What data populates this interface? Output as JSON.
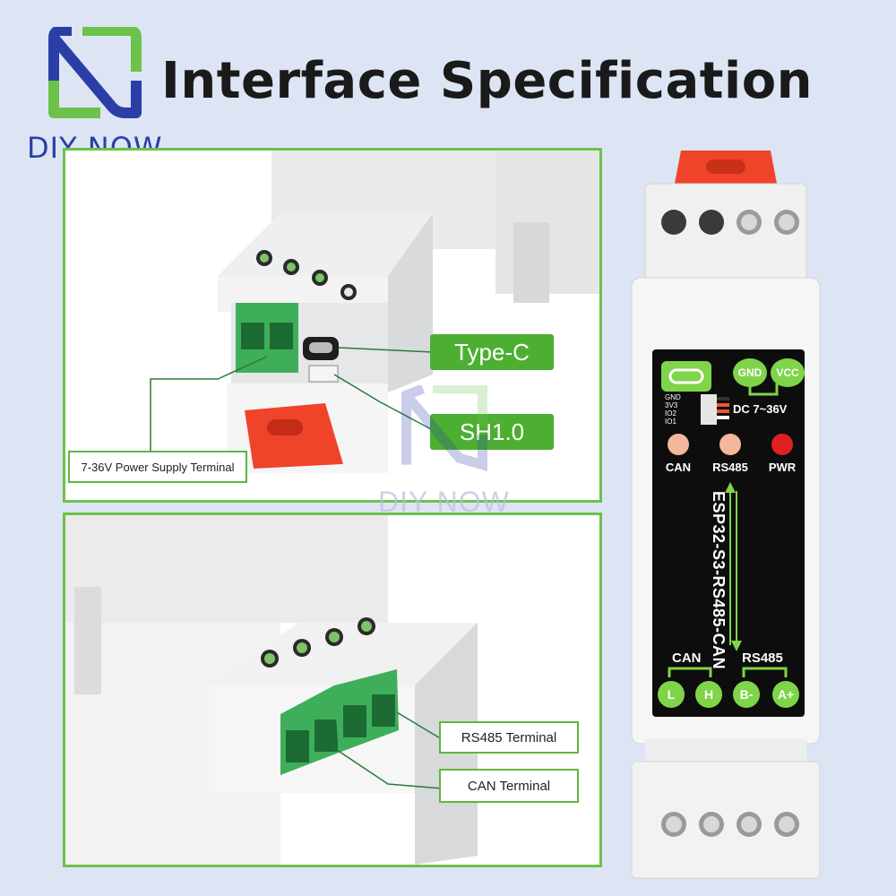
{
  "header": {
    "title": "Interface Specification",
    "brand": "DIY NOW"
  },
  "watermark": "DIY NOW",
  "top_panel": {
    "labels": {
      "typec": "Type-C",
      "sh10": "SH1.0",
      "power": "7-36V Power Supply Terminal"
    }
  },
  "bottom_panel": {
    "labels": {
      "rs485": "RS485 Terminal",
      "can": "CAN Terminal"
    }
  },
  "device": {
    "gnd": "GND",
    "vcc": "VCC",
    "dc": "DC 7~36V",
    "pins": [
      "GND",
      "3V3",
      "IO2",
      "IO1"
    ],
    "leds": [
      {
        "label": "CAN",
        "color": "#f3b89c"
      },
      {
        "label": "RS485",
        "color": "#f3b89c"
      },
      {
        "label": "PWR",
        "color": "#e02020"
      }
    ],
    "model": "ESP32-S3-RS485-CAN",
    "group_can": "CAN",
    "group_rs485": "RS485",
    "terminals": [
      "L",
      "H",
      "B-",
      "A+"
    ]
  },
  "colors": {
    "accent_green": "#6cc24a",
    "brand_blue": "#2b3ea8",
    "orange": "#f0442a"
  }
}
